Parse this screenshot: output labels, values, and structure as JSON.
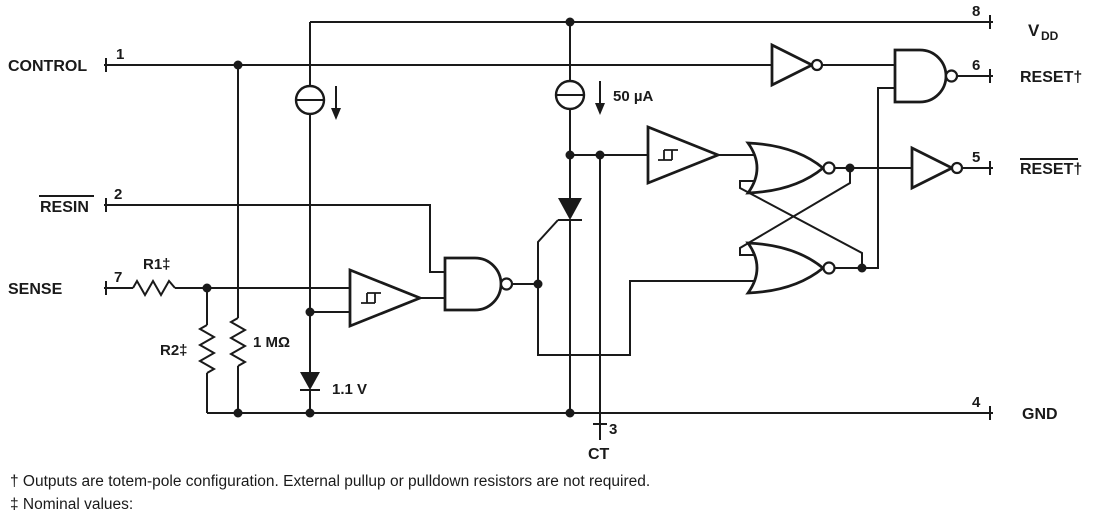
{
  "diagram_title": "supply-voltage-supervisor functional block diagram",
  "colors": {
    "line": "#1a1a1a",
    "background": "#ffffff"
  },
  "labels": {
    "control": "CONTROL",
    "resin": "RESIN",
    "sense": "SENSE",
    "vdd_main": "V",
    "vdd_sub": "DD",
    "reset6": "RESET†",
    "reset5": "RESET†",
    "gnd": "GND",
    "ct": "CT"
  },
  "pins": {
    "p1": "1",
    "p2": "2",
    "p3": "3",
    "p4": "4",
    "p5": "5",
    "p6": "6",
    "p7": "7",
    "p8": "8"
  },
  "components": {
    "r1": "R1‡",
    "r2": "R2‡",
    "r_internal": "1 MΩ",
    "vref": "1.1 V",
    "current": "50 µA"
  },
  "footnotes": {
    "dagger": "† Outputs are totem-pole configuration. External pullup or pulldown resistors are not required.",
    "double_dagger": "‡ Nominal values:"
  }
}
